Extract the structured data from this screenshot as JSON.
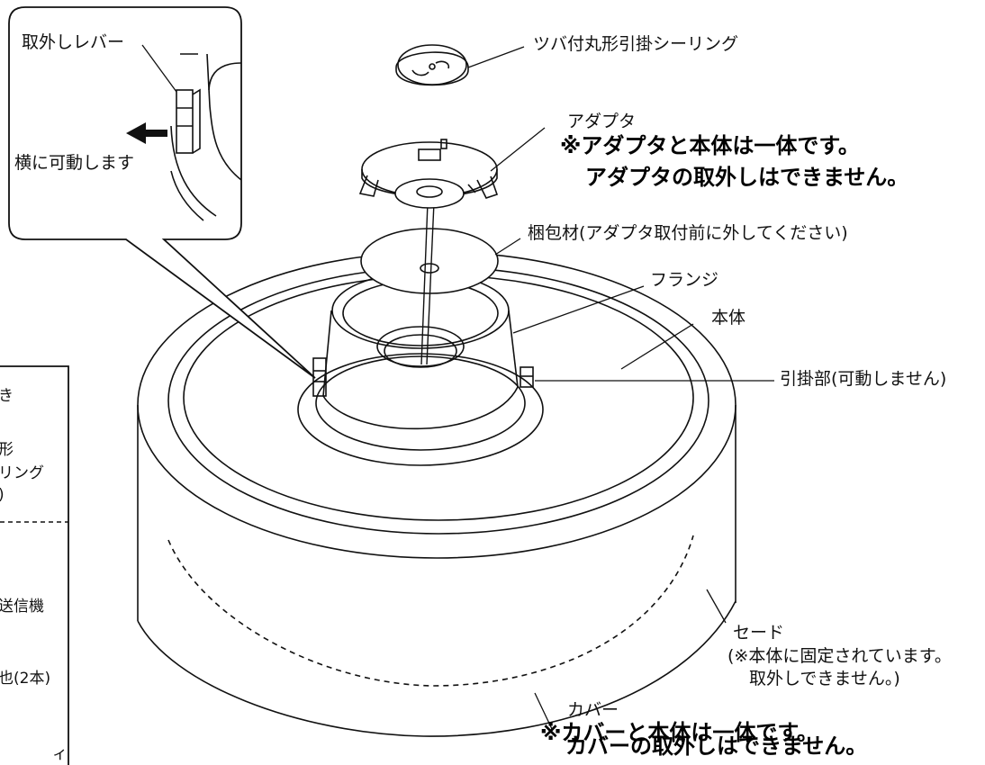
{
  "labels": {
    "ceiling_hook": "ツバ付丸形引掛シーリング",
    "adapter": "アダプタ",
    "adapter_note_line1": "※アダプタと本体は一体です。",
    "adapter_note_line2": "アダプタの取外しはできません。",
    "packing": "梱包材(アダプタ取付前に外してください)",
    "flange": "フランジ",
    "body": "本体",
    "hook_part": "引掛部(可動しません)",
    "shade": "セード",
    "shade_note_line1": "(※本体に固定されています。",
    "shade_note_line2": "取外しできません。)",
    "cover": "カバー",
    "cover_note_line1": "※カバーと本体は一体です。",
    "cover_note_line2": "カバーの取外しはできません。"
  },
  "callout": {
    "release_lever": "取外しレバー",
    "moves_sideways": "横に可動します"
  },
  "side_panel": {
    "line1": "き",
    "line2": "形",
    "line3": "リング",
    "line4": ")",
    "line5": "送信機",
    "line6": "也(2本)",
    "line7": "ィ"
  }
}
